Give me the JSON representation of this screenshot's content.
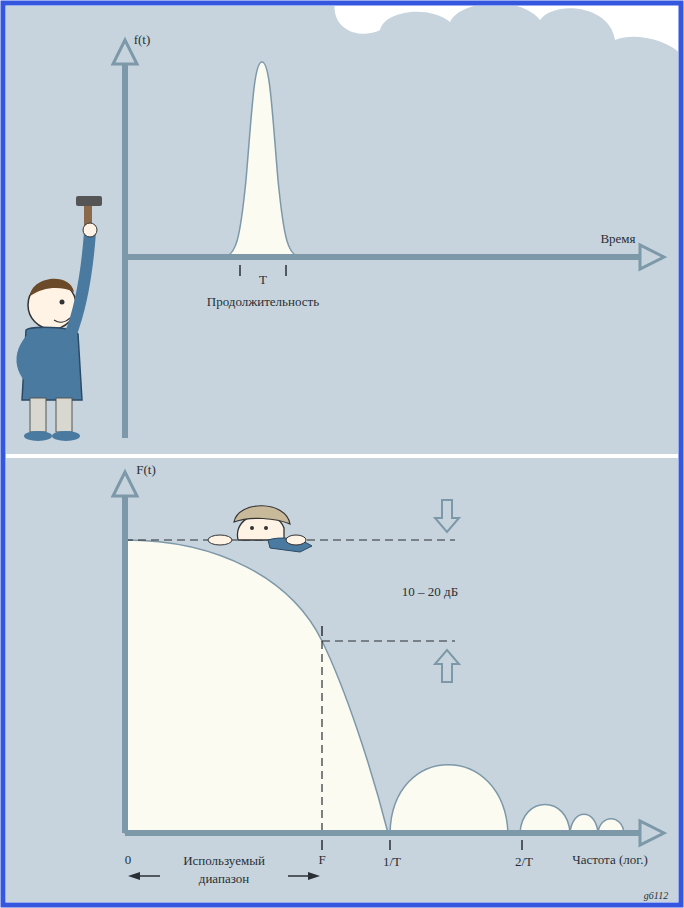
{
  "diagram": {
    "labels": [
      "f(t)",
      "T",
      "Продолжительность",
      "Время",
      "F(t)",
      "10 – 20 дБ",
      "0",
      "Используемый диапазон",
      "F",
      "1/T",
      "2/T",
      "Частота (лог.)",
      "g6112"
    ]
  }
}
